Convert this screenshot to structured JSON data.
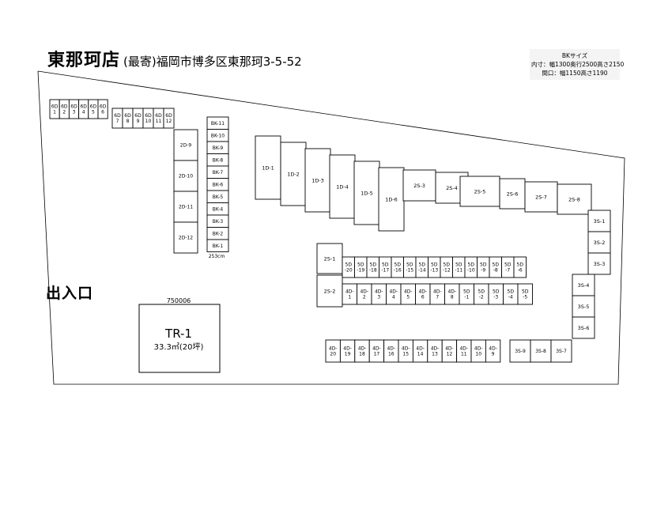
{
  "header": {
    "store_name": "東那珂店",
    "address": "(最寄)福岡市博多区東那珂3-5-52"
  },
  "bk_info": {
    "title": "BKサイズ",
    "inner": "内寸：幅1300奥行2500高さ2150",
    "opening": "間口：幅1150高さ1190"
  },
  "entrance": "出入口",
  "tr1": {
    "number": "750006",
    "label": "TR-1",
    "area": "33.3㎡(20坪)"
  },
  "bk_note": "253cm",
  "units": {
    "row6d_a": [
      [
        "6D",
        "1"
      ],
      [
        "6D",
        "2"
      ],
      [
        "6D",
        "3"
      ],
      [
        "6D",
        "4"
      ],
      [
        "6D",
        "5"
      ],
      [
        "6D",
        "6"
      ]
    ],
    "row6d_b": [
      [
        "6D",
        "7"
      ],
      [
        "6D",
        "8"
      ],
      [
        "6D",
        "9"
      ],
      [
        "6D",
        "10"
      ],
      [
        "6D",
        "11"
      ],
      [
        "6D",
        "12"
      ]
    ],
    "col2d": [
      "2D-9",
      "2D-10",
      "2D-11",
      "2D-12"
    ],
    "bk": [
      "BK-11",
      "BK-10",
      "BK-9",
      "BK-8",
      "BK-7",
      "BK-6",
      "BK-5",
      "BK-4",
      "BK-3",
      "BK-2",
      "BK-1"
    ],
    "row1d": [
      "1D-1",
      "1D-2",
      "1D-3",
      "1D-4",
      "1D-5",
      "1D-6"
    ],
    "row2s": [
      "2S-3",
      "2S-4",
      "2S-5",
      "2S-6",
      "2S-7",
      "2S-8"
    ],
    "col3s_right": [
      "3S-1",
      "3S-2",
      "3S-3"
    ],
    "col3s_mid": [
      "3S-4",
      "3S-5",
      "3S-6"
    ],
    "col2s_left": [
      "2S-1",
      "2S-2"
    ],
    "row5d_top": [
      [
        "5D",
        "-20"
      ],
      [
        "5D",
        "-19"
      ],
      [
        "5D",
        "-18"
      ],
      [
        "5D",
        "-17"
      ],
      [
        "5D",
        "-16"
      ],
      [
        "5D",
        "-15"
      ],
      [
        "5D",
        "-14"
      ],
      [
        "5D",
        "-13"
      ],
      [
        "5D",
        "-12"
      ],
      [
        "5D",
        "-11"
      ],
      [
        "5D",
        "-10"
      ],
      [
        "5D",
        "-9"
      ],
      [
        "5D",
        "-8"
      ],
      [
        "5D",
        "-7"
      ],
      [
        "5D",
        "-6"
      ]
    ],
    "row_mid": [
      [
        "4D-",
        "1"
      ],
      [
        "4D-",
        "2"
      ],
      [
        "4D-",
        "3"
      ],
      [
        "4D-",
        "4"
      ],
      [
        "4D-",
        "5"
      ],
      [
        "4D-",
        "6"
      ],
      [
        "4D-",
        "7"
      ],
      [
        "4D-",
        "8"
      ],
      [
        "5D",
        "-1"
      ],
      [
        "5D",
        "-2"
      ],
      [
        "5D",
        "-3"
      ],
      [
        "5D",
        "-4"
      ],
      [
        "5D",
        "-5"
      ]
    ],
    "row_bottom": [
      [
        "4D-",
        "20"
      ],
      [
        "4D-",
        "19"
      ],
      [
        "4D-",
        "18"
      ],
      [
        "4D-",
        "17"
      ],
      [
        "4D-",
        "16"
      ],
      [
        "4D-",
        "15"
      ],
      [
        "4D-",
        "14"
      ],
      [
        "4D-",
        "13"
      ],
      [
        "4D-",
        "12"
      ],
      [
        "4D-",
        "11"
      ],
      [
        "4D-",
        "10"
      ],
      [
        "4D-",
        "9"
      ]
    ],
    "row3s_bottom": [
      "3S-9",
      "3S-8",
      "3S-7"
    ]
  }
}
